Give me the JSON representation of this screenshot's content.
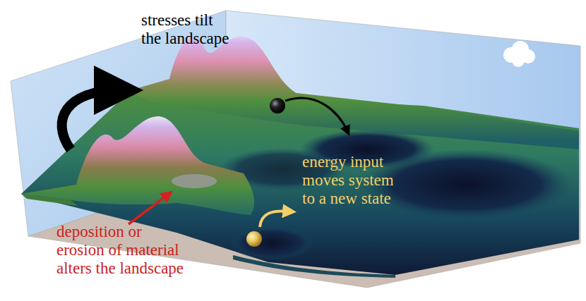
{
  "diagram": {
    "labels": [
      "stresses tilt the landscape",
      "energy input moves system to a new state",
      "deposition or erosion of material alters the landscape"
    ]
  }
}
